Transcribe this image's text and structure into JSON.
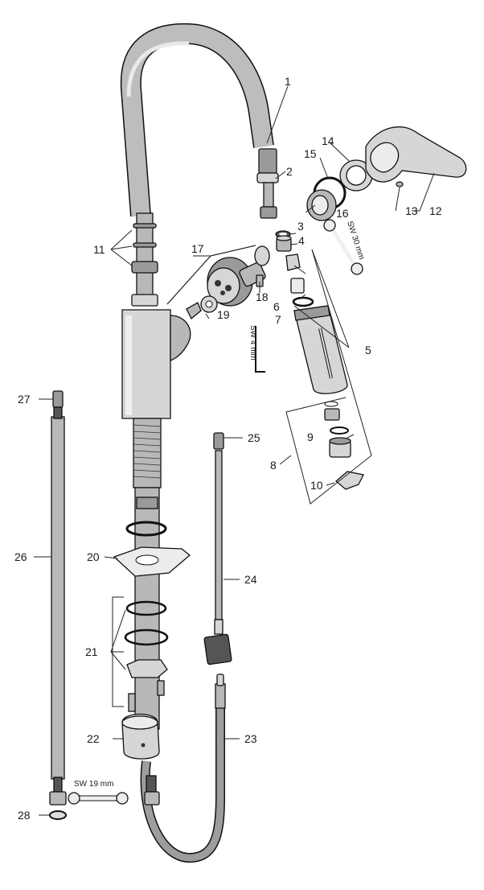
{
  "labels": {
    "p1": "1",
    "p2": "2",
    "p3": "3",
    "p4": "4",
    "p5": "5",
    "p6": "6",
    "p7": "7",
    "p8": "8",
    "p9": "9",
    "p10": "10",
    "p11": "11",
    "p12": "12",
    "p13": "13",
    "p14": "14",
    "p15": "15",
    "p16": "16",
    "p17": "17",
    "p18": "18",
    "p19": "19",
    "p20": "20",
    "p21": "21",
    "p22": "22",
    "p23": "23",
    "p24": "24",
    "p25": "25",
    "p26": "26",
    "p27": "27",
    "p28": "28"
  },
  "tools": {
    "sw30": "SW 30 mm",
    "sw4": "SW 4 mm",
    "sw19": "SW 19 mm"
  }
}
